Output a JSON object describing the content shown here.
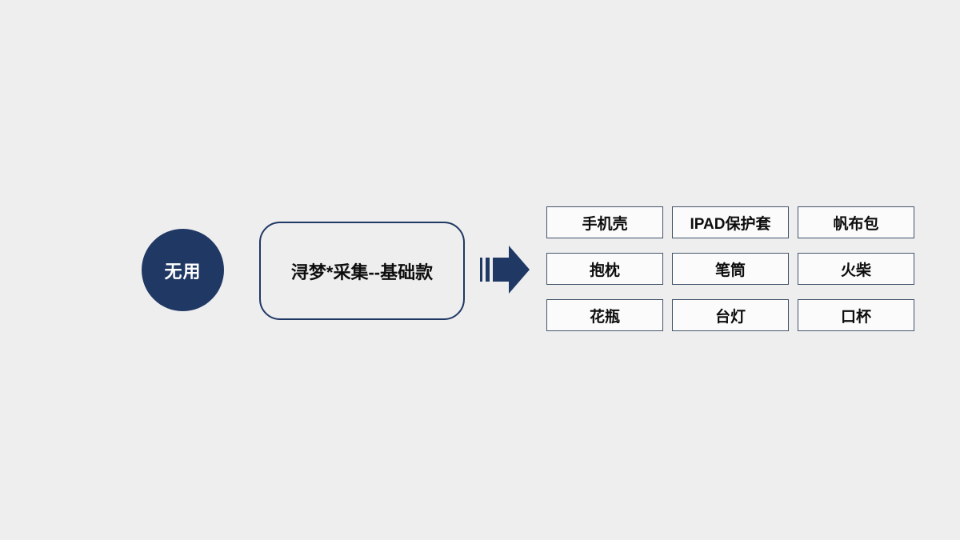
{
  "diagram": {
    "source_node": {
      "label": "无用"
    },
    "category_box": {
      "label": "浔梦*采集--基础款"
    },
    "arrow": {
      "icon": "striped-right-arrow"
    },
    "grid": {
      "items": [
        {
          "label": "手机壳"
        },
        {
          "label": "IPAD保护套"
        },
        {
          "label": "帆布包"
        },
        {
          "label": "抱枕"
        },
        {
          "label": "笔筒"
        },
        {
          "label": "火柴"
        },
        {
          "label": "花瓶"
        },
        {
          "label": "台灯"
        },
        {
          "label": "口杯"
        }
      ]
    }
  },
  "colors": {
    "navy": "#1F3864",
    "boxBorder": "#44546A",
    "boxFill": "#FBFBFC",
    "bg": "#EEEEEF",
    "ink": "#0D0D0D"
  }
}
